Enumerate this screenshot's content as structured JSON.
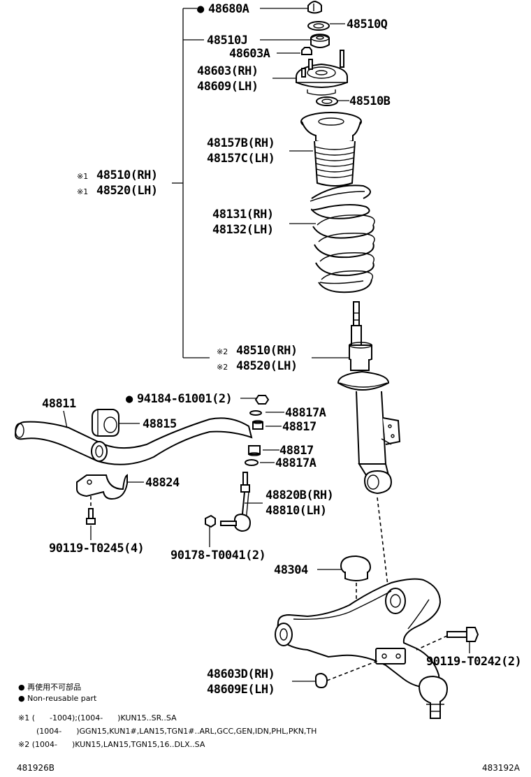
{
  "labels": {
    "p48680A": "48680A",
    "p48510Q": "48510Q",
    "p48510J": "48510J",
    "p48603A": "48603A",
    "p48603RH": "48603(RH)",
    "p48609LH": "48609(LH)",
    "p48510B": "48510B",
    "p48157B": "48157B(RH)",
    "p48157C": "48157C(LH)",
    "p48510RH_1": "48510(RH)",
    "p48520LH_1": "48520(LH)",
    "p48131": "48131(RH)",
    "p48132": "48132(LH)",
    "p48510RH_2": "48510(RH)",
    "p48520LH_2": "48520(LH)",
    "p94184": "94184-61001(2)",
    "p48817A_1": "48817A",
    "p48811": "48811",
    "p48815": "48815",
    "p48817_1": "48817",
    "p48817_2": "48817",
    "p48817A_2": "48817A",
    "p48824": "48824",
    "p48820B": "48820B(RH)",
    "p48810": "48810(LH)",
    "p90119a": "90119-T0245(4)",
    "p90178": "90178-T0041(2)",
    "p48304": "48304",
    "p90119b": "90119-T0242(2)",
    "p48603D": "48603D(RH)",
    "p48609E": "48609E(LH)"
  },
  "marks": {
    "ref1": "※1",
    "ref2": "※2",
    "dot": "●"
  },
  "legend": {
    "line_jp": "● 再使用不可部品",
    "line_en": "● Non-reusable part"
  },
  "notes": {
    "n1": "※1 (      -1004);(1004-      )KUN15..SR..SA",
    "n1b": "(1004-      )GGN15,KUN1#,LAN15,TGN1#..ARL,GCC,GEN,IDN,PHL,PKN,TH",
    "n2": "※2 (1004-      )KUN15,LAN15,TGN15,16..DLX..SA"
  },
  "codes": {
    "left": "481926B",
    "right": "483192A"
  }
}
